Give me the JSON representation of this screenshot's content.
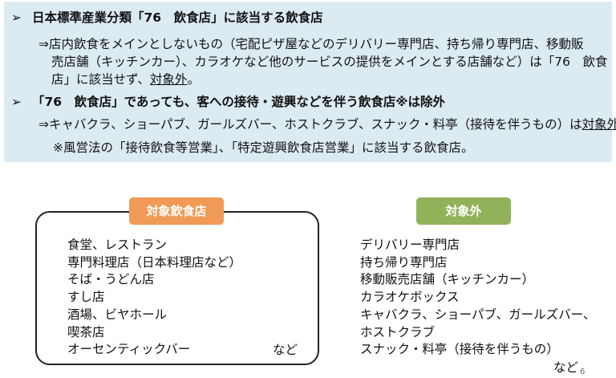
{
  "info": {
    "bullet1": {
      "marker": "➢",
      "text": "日本標準産業分類「76　飲食店」に該当する飲食店"
    },
    "sub1": {
      "arrow": "⇒",
      "line1": "店内飲食をメインとしないもの（宅配ピザ屋などのデリバリー専門店、持ち帰り専門店、移動販",
      "line2": "売店舗（キッチンカー）、カラオケなど他のサービスの提供をメインとする店舗など）は「76　飲食",
      "line3_pre": "店」に該当せず、",
      "line3_underlined": "対象外",
      "line3_post": "。"
    },
    "bullet2": {
      "marker": "➢",
      "text": "「76　飲食店」であっても、客への接待・遊興などを伴う飲食店※は除外"
    },
    "sub2": {
      "arrow": "⇒",
      "text_pre": "キャバクラ、ショーパブ、ガールズバー、ホストクラブ、スナック・料亭（接待を伴うもの）は",
      "text_underlined": "対象外",
      "text_post": "。"
    },
    "note": "※風営法の「接待飲食等営業」、「特定遊興飲食店営業」に該当する飲食店。"
  },
  "targets": {
    "label": "対象飲食店",
    "items": [
      "食堂、レストラン",
      "専門料理店（日本料理店など）",
      "そば・うどん店",
      "すし店",
      "酒場、ビヤホール",
      "喫茶店",
      "オーセンティックバー"
    ],
    "etc": "など"
  },
  "excluded": {
    "label": "対象外",
    "items": [
      "デリバリー専門店",
      "持ち帰り専門店",
      "移動販売店舗（キッチンカー）",
      "カラオケボックス",
      "キャバクラ、ショーパブ、ガールズバー、",
      "ホストクラブ",
      "スナック・料亭（接待を伴うもの）"
    ],
    "etc": "など"
  },
  "page_number": "6",
  "colors": {
    "panel_bg": "#dcebf2",
    "target_badge": "#f09a56",
    "excluded_badge": "#92b25a"
  }
}
